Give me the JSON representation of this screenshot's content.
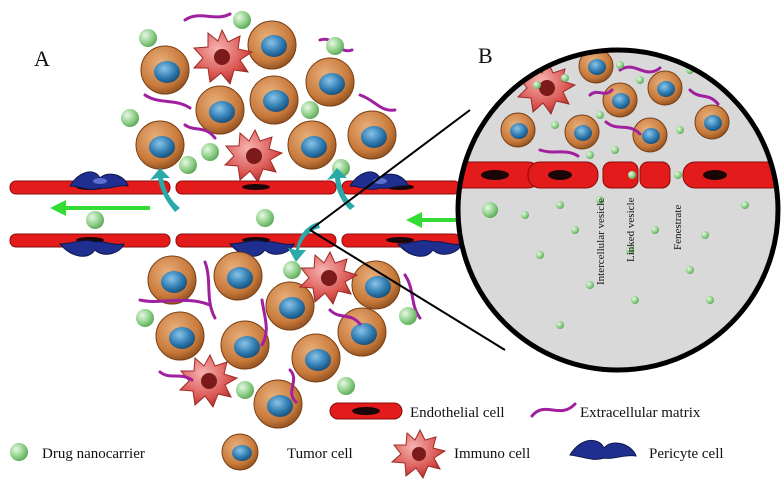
{
  "panels": {
    "a": "A",
    "b": "B"
  },
  "inset_labels": {
    "intercellular": "Intercellular vesicle",
    "linked": "Linked vesicle",
    "fenestrate": "Fenestrate"
  },
  "legend": {
    "endothelial": "Endothelial cell",
    "ecm": "Extracellular matrix",
    "nanocarrier": "Drug nanocarrier",
    "tumor": "Tumor cell",
    "immuno": "Immuno cell",
    "pericyte": "Pericyte cell"
  },
  "colors": {
    "endothelial": "#e31b1b",
    "ecm": "#a020a0",
    "nanocarrier": "#8fd08a",
    "tumor_outer": "#c8793a",
    "tumor_nucleus": "#2f7bb0",
    "immuno": "#d9534f",
    "pericyte": "#1f2f8f",
    "flow_arrow": "#33dd33",
    "extravasation_arrow": "#2aa9a9",
    "inset_bg": "#d9d9d9"
  }
}
